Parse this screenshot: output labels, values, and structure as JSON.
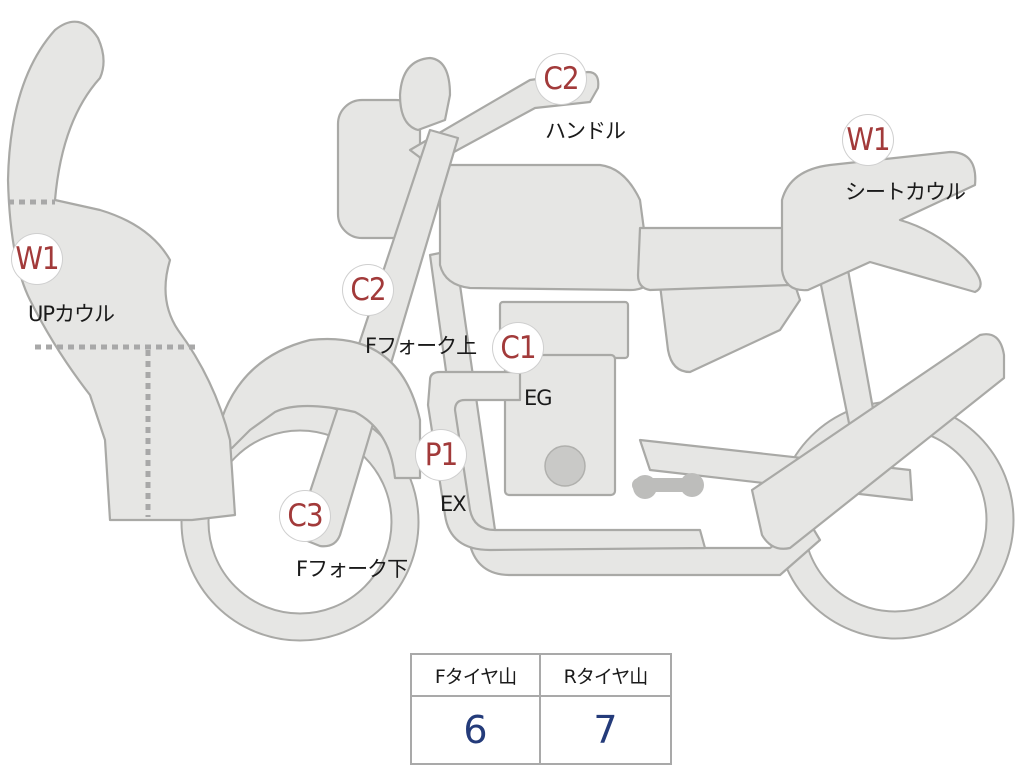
{
  "callouts": [
    {
      "id": "c2-handle",
      "code": "C2",
      "label": "ハンドル",
      "code_color": "#a23a3a"
    },
    {
      "id": "w1-seat-cowl",
      "code": "W1",
      "label": "シートカウル",
      "code_color": "#a23a3a"
    },
    {
      "id": "w1-up-cowl",
      "code": "W1",
      "label": "UPカウル",
      "code_color": "#a23a3a"
    },
    {
      "id": "c2-fork-upper",
      "code": "C2",
      "label": "Fフォーク上",
      "code_color": "#a23a3a"
    },
    {
      "id": "c1-engine",
      "code": "C1",
      "label": "EG",
      "code_color": "#a23a3a"
    },
    {
      "id": "p1-exhaust",
      "code": "P1",
      "label": "EX",
      "code_color": "#a23a3a"
    },
    {
      "id": "c3-fork-lower",
      "code": "C3",
      "label": "Fフォーク下",
      "code_color": "#a23a3a"
    }
  ],
  "tread_table": {
    "front_header": "Fタイヤ山",
    "rear_header": "Rタイヤ山",
    "front_value": "6",
    "rear_value": "7",
    "value_color": "#243b7a"
  }
}
